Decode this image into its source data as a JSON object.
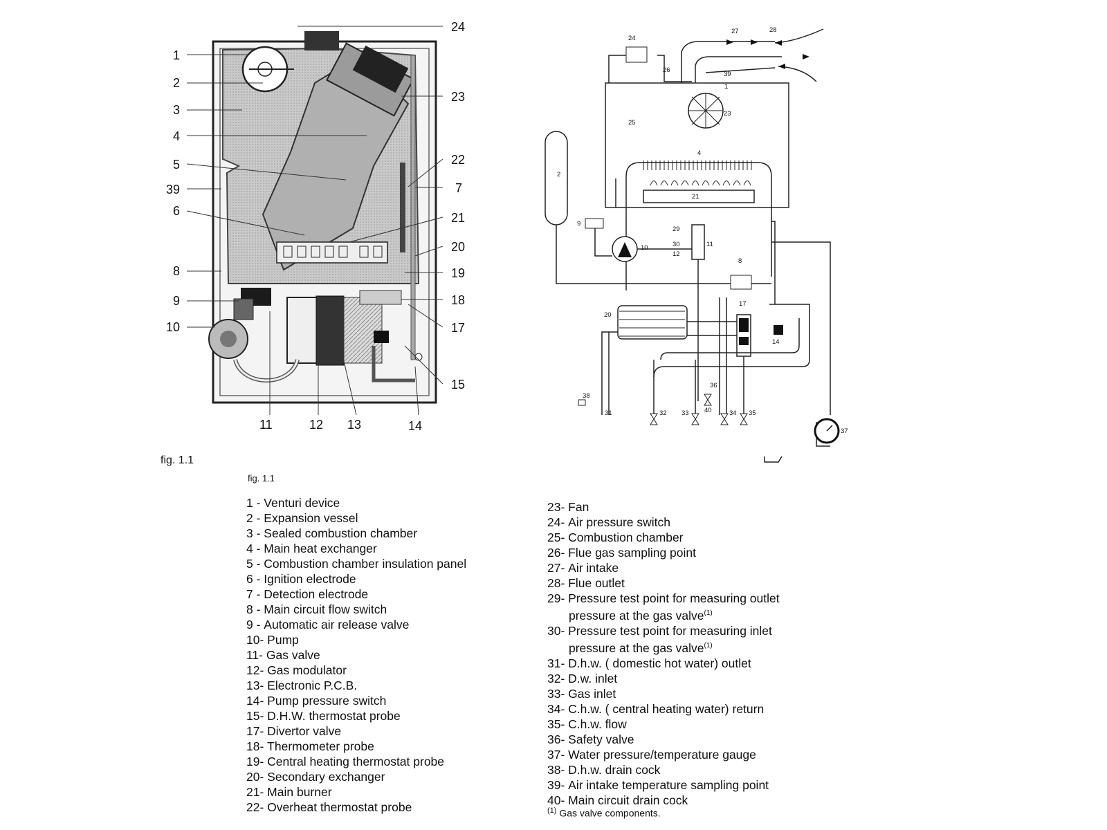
{
  "figure": {
    "caption_left": "fig. 1.1",
    "caption_center": "fig. 1.1"
  },
  "left_diagram": {
    "callouts_left": [
      "1",
      "2",
      "3",
      "4",
      "5",
      "39",
      "6",
      "8",
      "9",
      "10"
    ],
    "callouts_right": [
      "24",
      "23",
      "22",
      "7",
      "21",
      "20",
      "19",
      "18",
      "17",
      "15"
    ],
    "callouts_bottom": [
      "11",
      "12",
      "13",
      "14"
    ]
  },
  "right_diagram": {
    "labels": {
      "n24": "24",
      "n27": "27",
      "n28": "28",
      "n26": "26",
      "n39": "39",
      "n1": "1",
      "n23": "23",
      "n25": "25",
      "n4": "4",
      "n2": "2",
      "n21": "21",
      "n9": "9",
      "n10": "10",
      "n29": "29",
      "n30": "30",
      "n12": "12",
      "n11": "11",
      "n8": "8",
      "n17": "17",
      "n20": "20",
      "n14": "14",
      "n36": "36",
      "n38": "38",
      "n31": "31",
      "n32": "32",
      "n33": "33",
      "n40": "40",
      "n34": "34",
      "n35": "35",
      "n37": "37"
    }
  },
  "legend_left": [
    {
      "num": "1",
      "sep": " - ",
      "text": "Venturi device"
    },
    {
      "num": "2",
      "sep": " - ",
      "text": "Expansion vessel"
    },
    {
      "num": "3",
      "sep": " - ",
      "text": "Sealed combustion chamber"
    },
    {
      "num": "4",
      "sep": " - ",
      "text": "Main heat exchanger"
    },
    {
      "num": "5",
      "sep": " - ",
      "text": "Combustion chamber insulation panel"
    },
    {
      "num": "6",
      "sep": " - ",
      "text": "Ignition electrode"
    },
    {
      "num": "7",
      "sep": " - ",
      "text": "Detection electrode"
    },
    {
      "num": "8",
      "sep": " - ",
      "text": "Main circuit flow switch"
    },
    {
      "num": "9",
      "sep": " - ",
      "text": "Automatic air release valve"
    },
    {
      "num": "10",
      "sep": "- ",
      "text": "Pump"
    },
    {
      "num": "11",
      "sep": "- ",
      "text": "Gas valve"
    },
    {
      "num": "12",
      "sep": "- ",
      "text": "Gas modulator"
    },
    {
      "num": "13",
      "sep": "- ",
      "text": "Electronic P.C.B."
    },
    {
      "num": "14",
      "sep": "- ",
      "text": "Pump pressure switch"
    },
    {
      "num": "15",
      "sep": "- ",
      "text": "D.H.W. thermostat probe"
    },
    {
      "num": "17",
      "sep": "- ",
      "text": "Divertor valve"
    },
    {
      "num": "18",
      "sep": "- ",
      "text": "Thermometer probe"
    },
    {
      "num": "19",
      "sep": "- ",
      "text": "Central heating thermostat probe"
    },
    {
      "num": "20",
      "sep": "- ",
      "text": "Secondary exchanger"
    },
    {
      "num": "21",
      "sep": "- ",
      "text": "Main burner"
    },
    {
      "num": "22",
      "sep": "- ",
      "text": "Overheat thermostat probe"
    }
  ],
  "legend_right": [
    {
      "num": "23",
      "sep": "- ",
      "text": "Fan"
    },
    {
      "num": "24",
      "sep": "- ",
      "text": "Air pressure switch"
    },
    {
      "num": "25",
      "sep": "- ",
      "text": "Combustion chamber"
    },
    {
      "num": "26",
      "sep": "- ",
      "text": "Flue gas sampling point"
    },
    {
      "num": "27",
      "sep": "- ",
      "text": "Air intake"
    },
    {
      "num": "28",
      "sep": "- ",
      "text": "Flue outlet"
    },
    {
      "num": "29",
      "sep": "- ",
      "text": "Pressure test point for measuring outlet",
      "cont": "pressure at the gas valve",
      "note": "(1)"
    },
    {
      "num": "30",
      "sep": "- ",
      "text": "Pressure test point for measuring inlet",
      "cont": "pressure at the gas valve",
      "note": "(1)"
    },
    {
      "num": "31",
      "sep": "- ",
      "text": "D.h.w. ( domestic hot water) outlet"
    },
    {
      "num": "32",
      "sep": "- ",
      "text": "D.w. inlet"
    },
    {
      "num": "33",
      "sep": "- ",
      "text": "Gas inlet"
    },
    {
      "num": "34",
      "sep": "- ",
      "text": "C.h.w. ( central heating water) return"
    },
    {
      "num": "35",
      "sep": "- ",
      "text": "C.h.w. flow"
    },
    {
      "num": "36",
      "sep": "- ",
      "text": "Safety valve"
    },
    {
      "num": "37",
      "sep": "- ",
      "text": "Water pressure/temperature gauge"
    },
    {
      "num": "38",
      "sep": "- ",
      "text": "D.h.w. drain cock"
    },
    {
      "num": "39",
      "sep": "- ",
      "text": "Air intake temperature sampling point"
    },
    {
      "num": "40",
      "sep": "- ",
      "text": "Main circuit drain cock"
    }
  ],
  "footnote": {
    "mark": "(1)",
    "text": " Gas valve components."
  }
}
